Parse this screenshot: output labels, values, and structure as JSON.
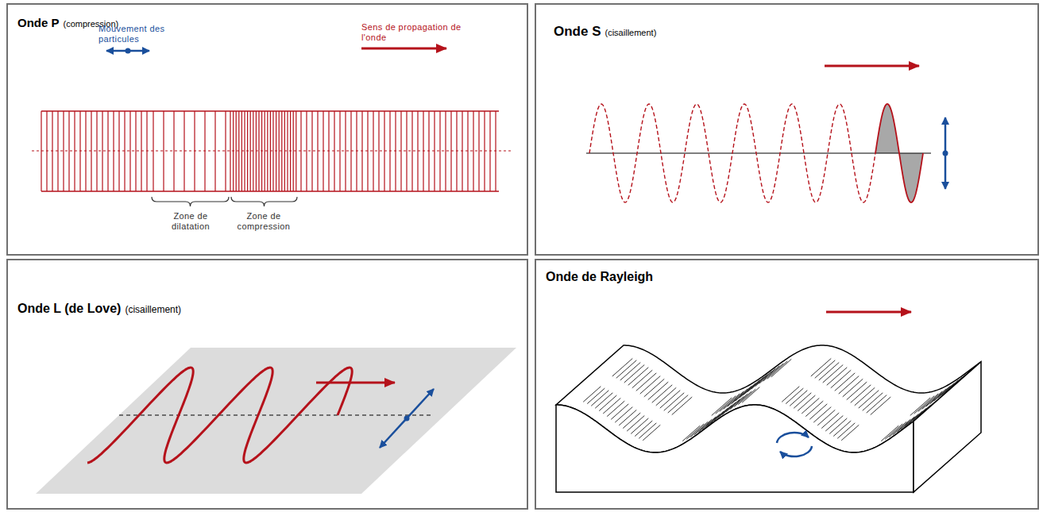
{
  "diagram": {
    "nodes": [
      {
        "text": [
          "Onde P",
          "(compression)"
        ]
      },
      {
        "text": [
          "Onde S",
          "(cisaillement)"
        ]
      },
      {
        "text": [
          "Onde L (de Love)",
          "(cisaillement)"
        ]
      },
      {
        "text": [
          "Onde de Rayleigh"
        ]
      }
    ],
    "labels": [
      "Mouvement des particules",
      "Sens de propagation de l'onde",
      "Zone de dilatation",
      "Zone de compression"
    ]
  }
}
